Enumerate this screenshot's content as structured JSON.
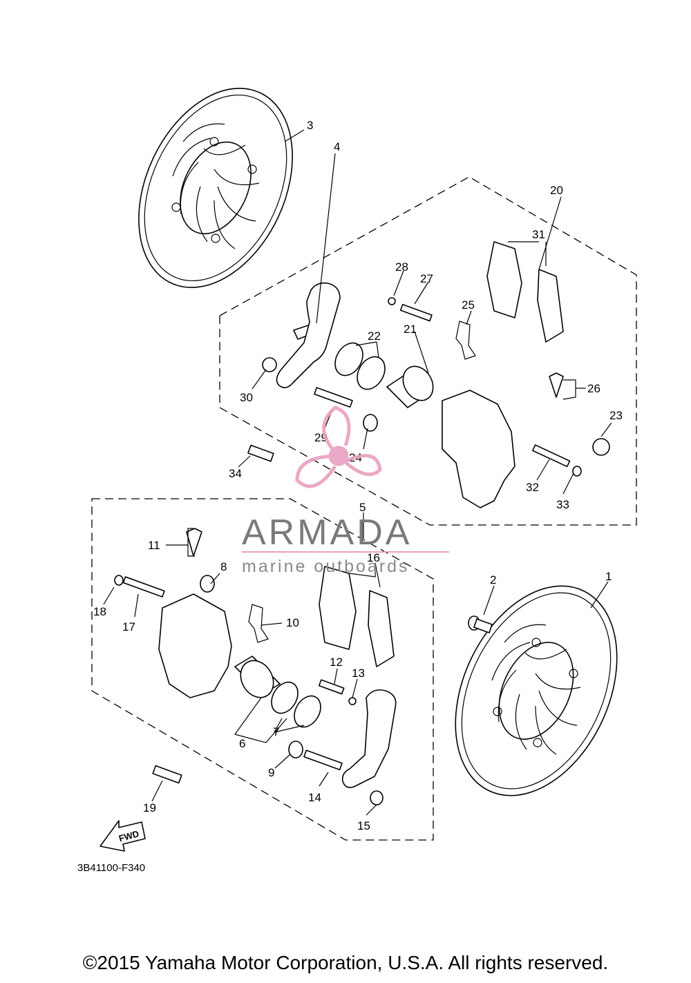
{
  "diagram": {
    "drawing_code": "3B41100-F340",
    "copyright": "©2015 Yamaha Motor Corporation, U.S.A. All rights reserved.",
    "fwd_arrow_label": "FWD",
    "watermark": {
      "brand": "ARMADA",
      "tagline": "marine outboards",
      "logo_color": "#e8a0c0",
      "text_color": "#7a7a7a"
    },
    "part_numbers": [
      "1",
      "2",
      "3",
      "4",
      "5",
      "6",
      "7",
      "8",
      "9",
      "10",
      "11",
      "12",
      "13",
      "14",
      "15",
      "16",
      "17",
      "18",
      "19",
      "20",
      "21",
      "22",
      "23",
      "24",
      "25",
      "26",
      "27",
      "28",
      "29",
      "30",
      "31",
      "32",
      "33",
      "34"
    ]
  }
}
